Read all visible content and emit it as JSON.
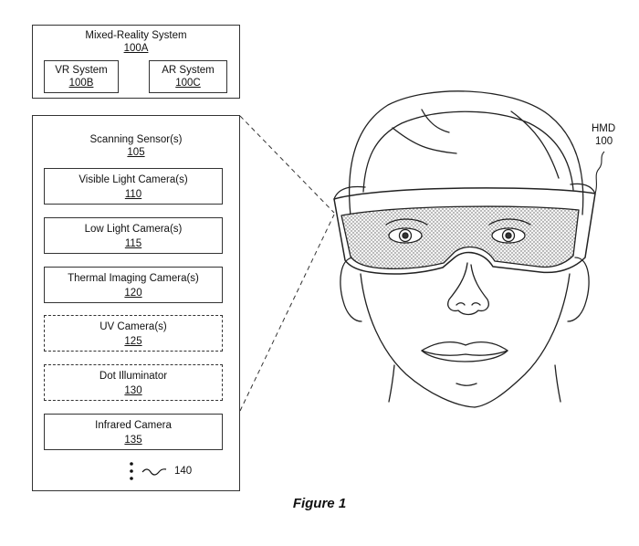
{
  "mixed_reality": {
    "title": "Mixed-Reality System",
    "ref": "100A",
    "vr": {
      "label": "VR System",
      "ref": "100B"
    },
    "ar": {
      "label": "AR System",
      "ref": "100C"
    }
  },
  "scanning": {
    "title": "Scanning Sensor(s)",
    "ref": "105",
    "sensors": [
      {
        "label": "Visible Light Camera(s)",
        "ref": "110",
        "optional": false
      },
      {
        "label": "Low Light Camera(s)",
        "ref": "115",
        "optional": false
      },
      {
        "label": "Thermal Imaging Camera(s)",
        "ref": "120",
        "optional": false
      },
      {
        "label": "UV Camera(s)",
        "ref": "125",
        "optional": true
      },
      {
        "label": "Dot Illuminator",
        "ref": "130",
        "optional": true
      },
      {
        "label": "Infrared Camera",
        "ref": "135",
        "optional": false
      }
    ],
    "more_ref": "140"
  },
  "hmd": {
    "label": "HMD",
    "ref": "100"
  },
  "caption": "Figure 1"
}
